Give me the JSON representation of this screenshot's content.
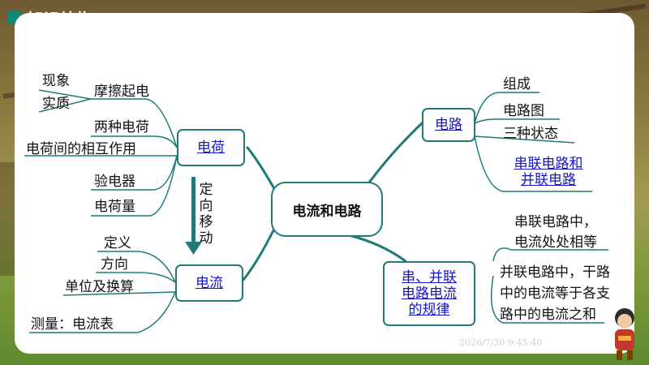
{
  "header": {
    "title": "知识结构"
  },
  "center": {
    "label": "电流和电路"
  },
  "left": {
    "charge": {
      "label": "电荷",
      "sub_rubbing": "摩擦起电",
      "rubbing_children": [
        "现象",
        "实质"
      ],
      "two_kinds": "两种电荷",
      "interaction": "电荷间的相互作用",
      "electroscope": "验电器",
      "quantity": "电荷量"
    },
    "arrow_text": "定向移动",
    "current": {
      "label": "电流",
      "definition": "定义",
      "direction": "方向",
      "units": "单位及换算",
      "measure": "测量：电流表"
    }
  },
  "right": {
    "circuit": {
      "label": "电路",
      "composition": "组成",
      "diagram": "电路图",
      "states": "三种状态",
      "series_parallel_line1": "串联电路和",
      "series_parallel_line2": "并联电路"
    },
    "rules": {
      "label_line1": "串、并联",
      "label_line2": "电路电流",
      "label_line3": "的规律",
      "series_line1": "串联电路中，",
      "series_line2": "电流处处相等",
      "parallel_line1": "并联电路中，干路",
      "parallel_line2": "中的电流等于各支",
      "parallel_line3": "路中的电流之和"
    }
  },
  "footer": {
    "timestamp": "2026/7/30 9:45:40"
  },
  "colors": {
    "accent": "#1f7a78",
    "link": "#1515c8",
    "title_square": "#0e8a7a"
  }
}
